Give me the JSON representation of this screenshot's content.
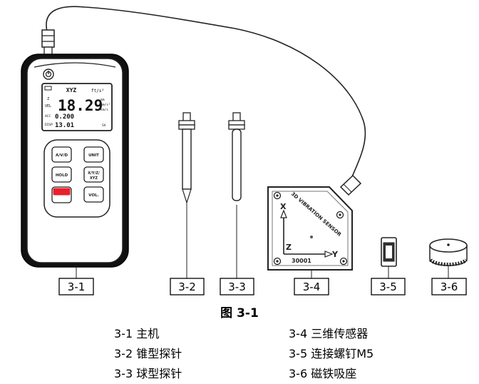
{
  "meter": {
    "lcd_axis": "XYZ",
    "lcd_unit_top": "ft/s²",
    "lcd_z": "Z",
    "lcd_vel": "VEL",
    "lcd_main_value": "18.29",
    "lcd_unit_main_1": "mm",
    "lcd_unit_main_2": "mm/s²",
    "lcd_unit_main_3": "km/s",
    "lcd_sub_value_1": "0.200",
    "lcd_sub_value_2": "13.01",
    "lcd_acc": "ACC",
    "lcd_disp": "DISP",
    "lcd_sv": "SV",
    "buttons": {
      "avd": "A/V/D",
      "unit": "UNIT",
      "hold": "HOLD",
      "xyz_1": "X/Y/Z/",
      "xyz_2": "XYZ",
      "vol": "VOL."
    }
  },
  "sensor": {
    "text": "3D VIBRATION SENSOR",
    "axis_x": "X",
    "axis_y": "Y",
    "axis_z": "Z",
    "model": "30001"
  },
  "labels": [
    "3-1",
    "3-2",
    "3-3",
    "3-4",
    "3-5",
    "3-6"
  ],
  "caption": "图 3-1",
  "legend_left": [
    "3-1 主机",
    "3-2 锥型探针",
    "3-3 球型探针"
  ],
  "legend_right": [
    "3-4 三维传感器",
    "3-5 连接螺钉M5",
    "3-6 磁铁吸座"
  ],
  "colors": {
    "red_button": "#e8202a",
    "outline": "#222222"
  }
}
